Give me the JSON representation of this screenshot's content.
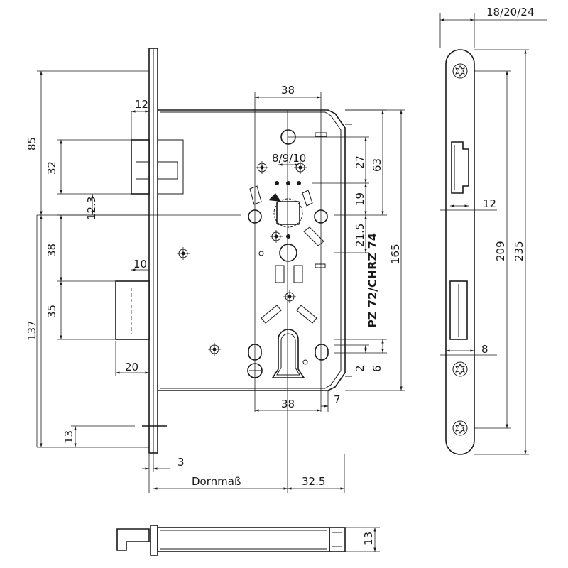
{
  "labels": {
    "thickness_options": "18/20/24",
    "d38_top": "38",
    "d12_latch": "12",
    "d85": "85",
    "d32": "32",
    "d12_3": "12.3",
    "d8_9_10": "8/9/10",
    "d27": "27",
    "d63": "63",
    "d19": "19",
    "d21_5": "21.5",
    "cylinder_type": "PZ 72/CHRZ 74",
    "d165": "165",
    "d38_left": "38",
    "d10": "10",
    "d35": "35",
    "d137": "137",
    "d20": "20",
    "d2": "2",
    "d6": "6",
    "d38_bottom": "38",
    "d7": "7",
    "d13_left": "13",
    "d3": "3",
    "backset_label": "Dornmaß",
    "d32_5": "32.5",
    "d12_plate": "12",
    "d209": "209",
    "d235": "235",
    "d8": "8",
    "d13_bottom": "13"
  }
}
